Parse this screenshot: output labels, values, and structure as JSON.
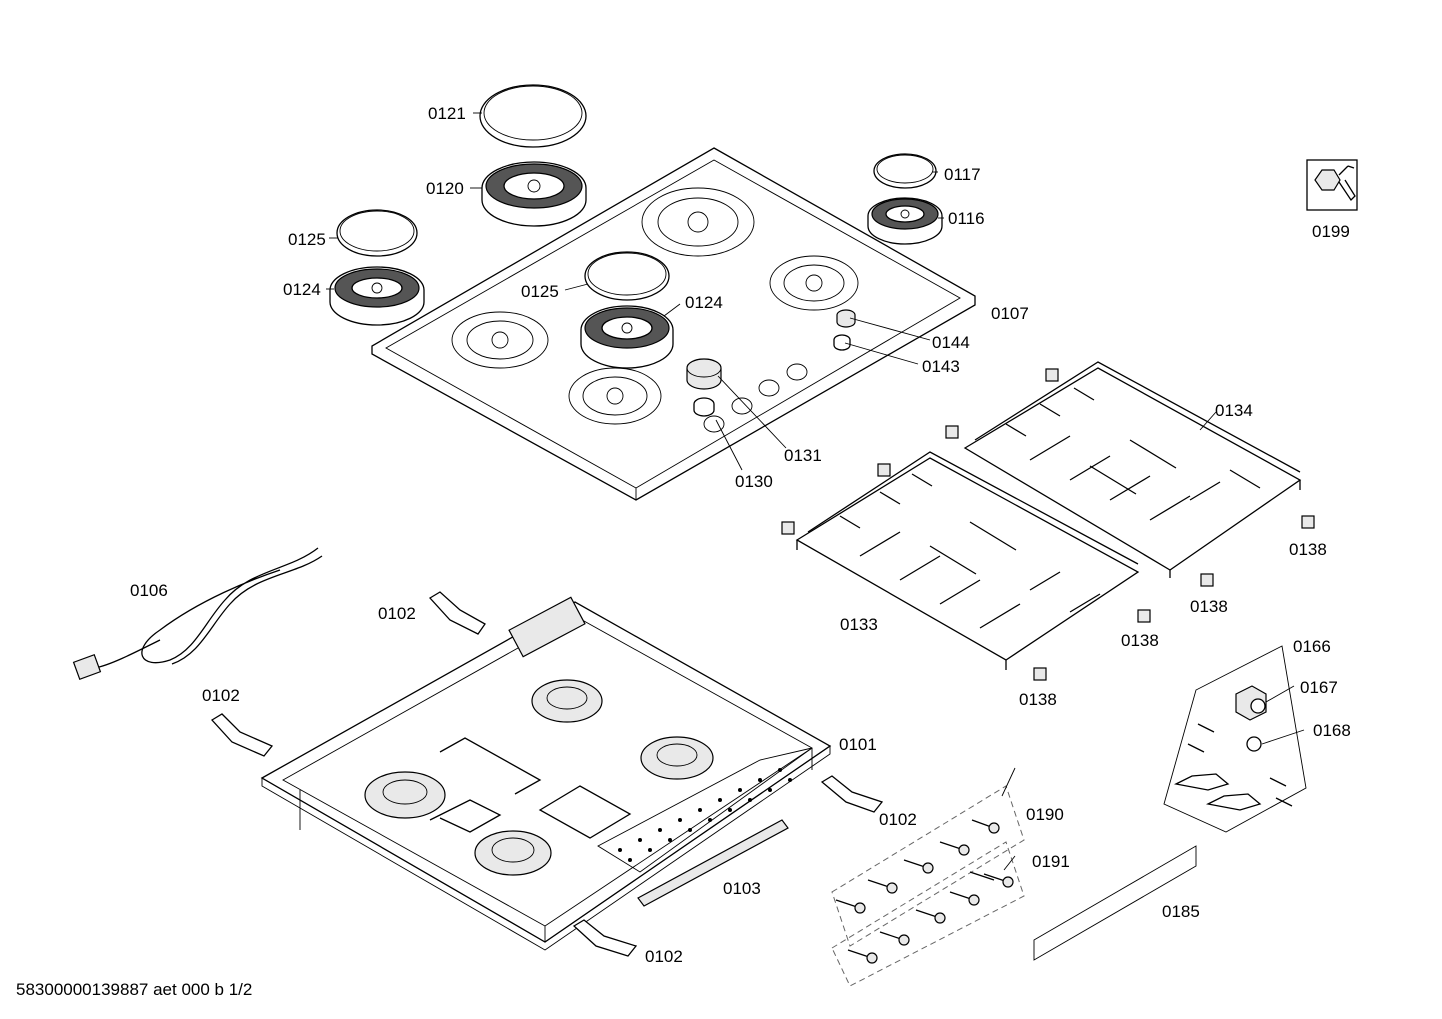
{
  "footer": "58300000139887 aet 000 b 1/2",
  "parts": {
    "p0121": "0121",
    "p0120": "0120",
    "p0125a": "0125",
    "p0124a": "0124",
    "p0125b": "0125",
    "p0124b": "0124",
    "p0117": "0117",
    "p0116": "0116",
    "p0107": "0107",
    "p0144": "0144",
    "p0143": "0143",
    "p0131": "0131",
    "p0130": "0130",
    "p0199": "0199",
    "p0134": "0134",
    "p0138a": "0138",
    "p0138b": "0138",
    "p0138c": "0138",
    "p0138d": "0138",
    "p0133": "0133",
    "p0106": "0106",
    "p0102a": "0102",
    "p0102b": "0102",
    "p0102c": "0102",
    "p0102d": "0102",
    "p0101": "0101",
    "p0103": "0103",
    "p0166": "0166",
    "p0167": "0167",
    "p0168": "0168",
    "p0190": "0190",
    "p0191": "0191",
    "p0185": "0185"
  }
}
